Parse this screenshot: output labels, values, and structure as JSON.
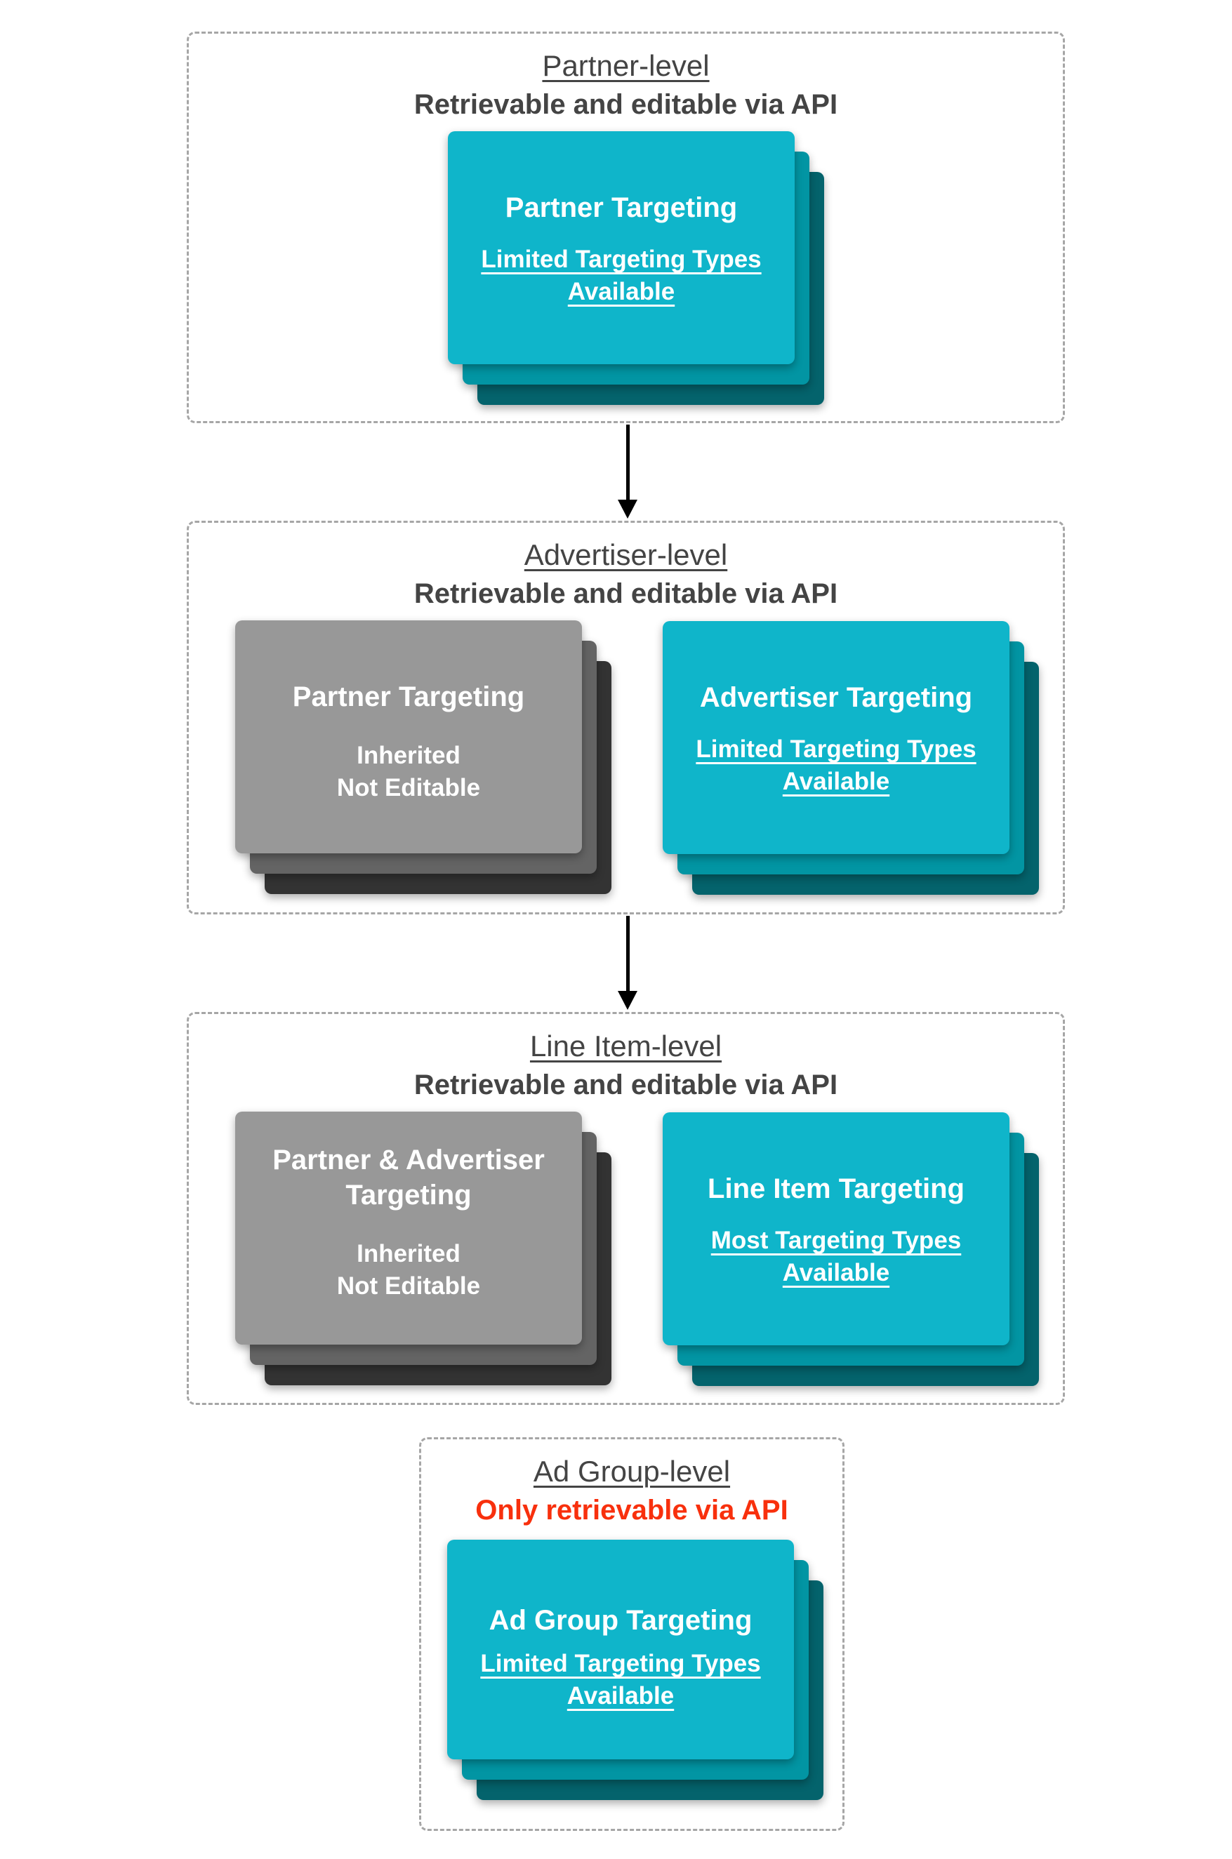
{
  "colors": {
    "teal_front": "#0fb5ca",
    "teal_mid": "#0295a3",
    "teal_back": "#04636c",
    "gray_front": "#989898",
    "gray_mid": "#646464",
    "gray_back": "#333333",
    "header_text": "#444444",
    "red_text": "#f8300d",
    "dash_border": "#a6a6a6",
    "arrow": "#000000"
  },
  "sections": [
    {
      "level_title": "Partner-level",
      "api_note": "Retrievable and editable via API",
      "cards": [
        {
          "variant": "teal",
          "title": [
            "Partner Targeting"
          ],
          "sub": [
            "Limited Targeting Types",
            "Available"
          ]
        }
      ]
    },
    {
      "level_title": "Advertiser-level",
      "api_note": "Retrievable and editable via API",
      "cards": [
        {
          "variant": "gray",
          "title": [
            "Partner Targeting"
          ],
          "sub": [
            "Inherited",
            "Not Editable"
          ]
        },
        {
          "variant": "teal",
          "title": [
            "Advertiser Targeting"
          ],
          "sub": [
            "Limited Targeting Types",
            "Available"
          ]
        }
      ]
    },
    {
      "level_title": "Line Item-level",
      "api_note": "Retrievable and editable via API",
      "cards": [
        {
          "variant": "gray",
          "title": [
            "Partner & Advertiser",
            "Targeting"
          ],
          "sub": [
            "Inherited",
            "Not Editable"
          ]
        },
        {
          "variant": "teal",
          "title": [
            "Line Item Targeting"
          ],
          "sub": [
            "Most Targeting Types",
            "Available"
          ]
        }
      ]
    },
    {
      "level_title": "Ad Group-level",
      "api_note": "Only retrievable via API",
      "cards": [
        {
          "variant": "teal",
          "title": [
            "Ad Group Targeting"
          ],
          "sub": [
            "Limited Targeting Types",
            "Available"
          ]
        }
      ]
    }
  ]
}
